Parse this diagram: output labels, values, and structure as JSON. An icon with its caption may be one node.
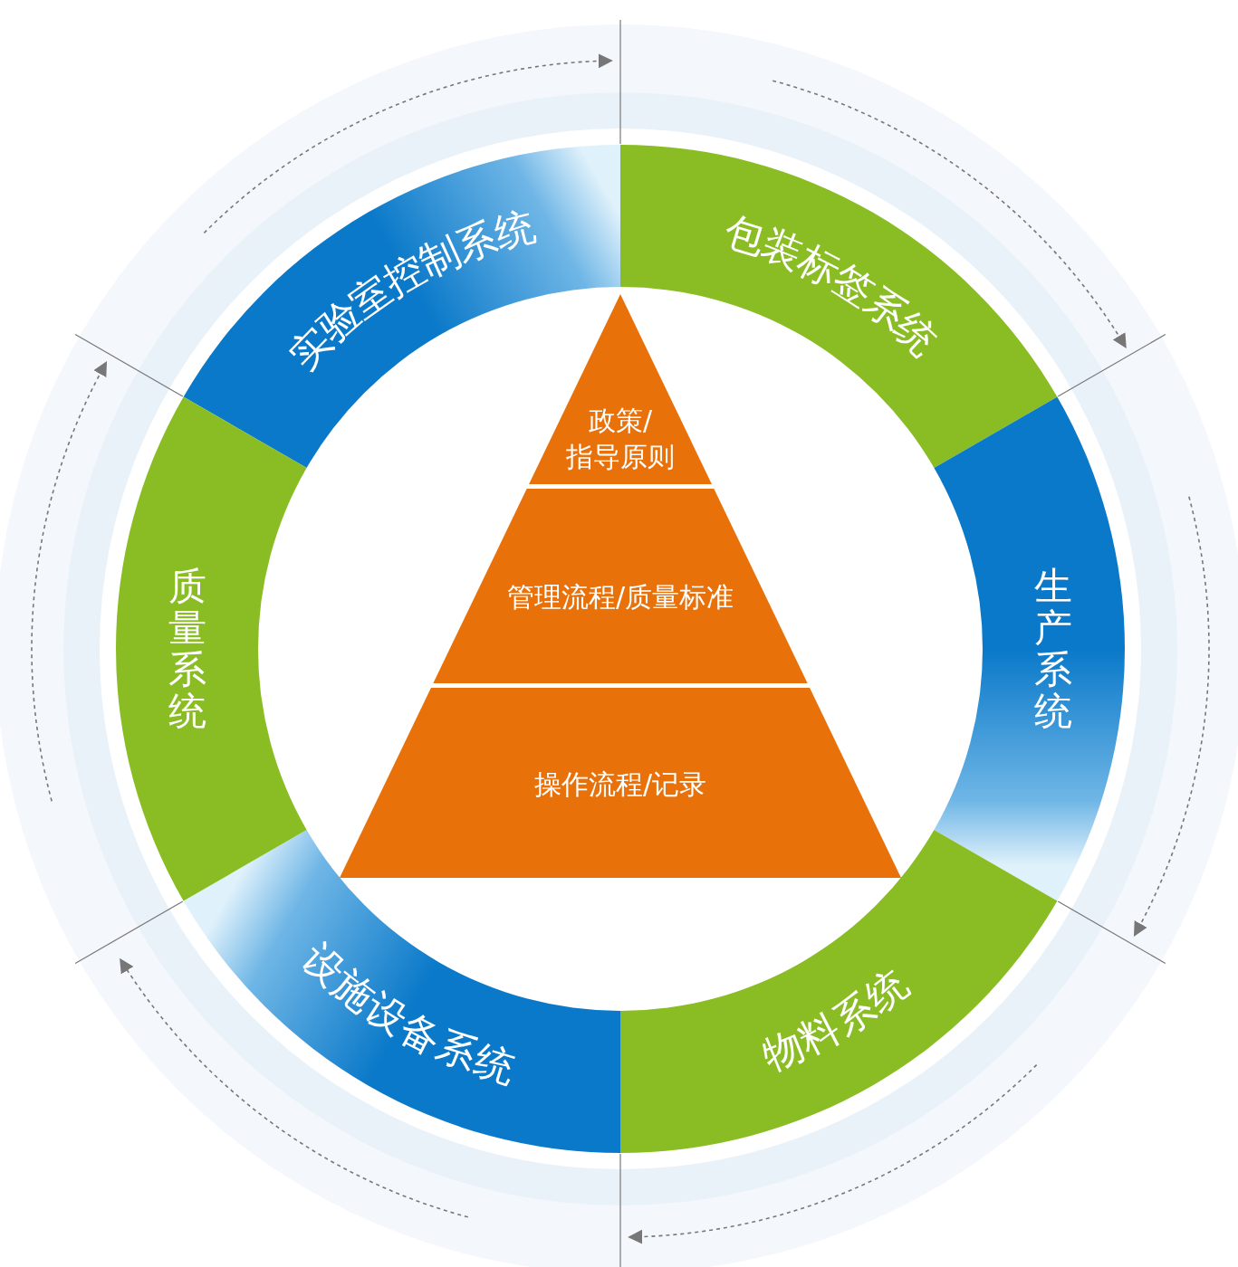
{
  "diagram": {
    "nodes": [
      {
        "text": [
          "实验室控制系统"
        ]
      },
      {
        "text": [
          "包装标签系统"
        ]
      },
      {
        "text": [
          "生产系统"
        ]
      },
      {
        "text": [
          "物料系统"
        ]
      },
      {
        "text": [
          "设施设备系统"
        ]
      },
      {
        "text": [
          "质量系统"
        ]
      },
      {
        "text": [
          "政策/指导原则"
        ]
      },
      {
        "text": [
          "管理流程/质量标准"
        ]
      },
      {
        "text": [
          "操作流程/记录"
        ]
      }
    ]
  }
}
